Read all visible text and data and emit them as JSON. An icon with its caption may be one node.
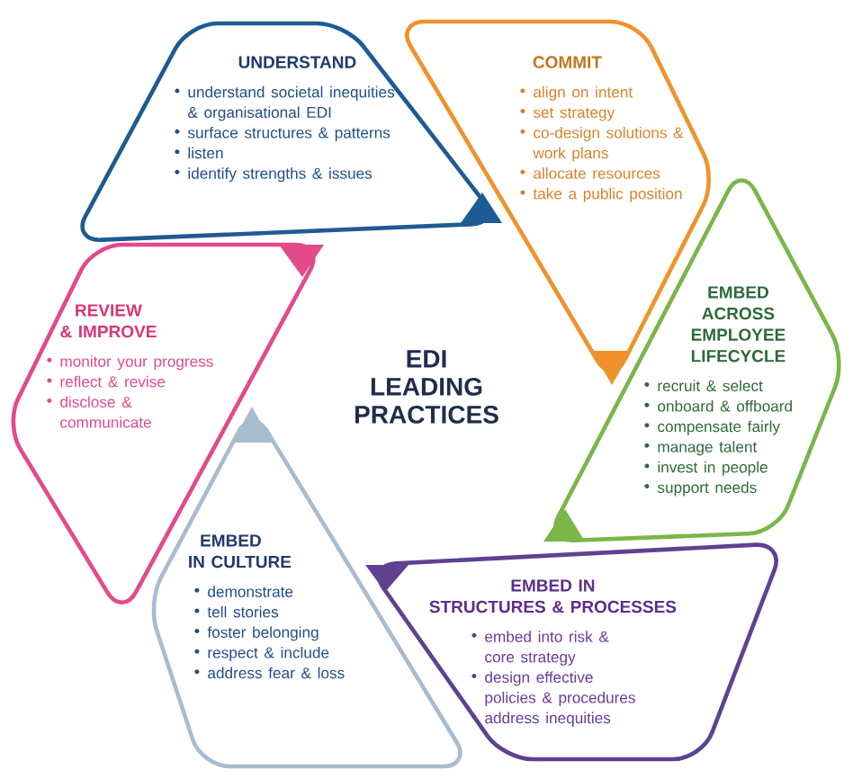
{
  "diagram": {
    "nodes": [
      {
        "text": [
          "UNDERSTAND",
          "understand societal inequities & organisational EDI",
          "surface structures & patterns",
          "listen",
          "identify strengths & issues"
        ]
      },
      {
        "text": [
          "COMMIT",
          "align on intent",
          "set strategy",
          "co-design solutions & work plans",
          "allocate resources",
          "take a public position"
        ]
      },
      {
        "text": [
          "REVIEW & IMPROVE",
          "monitor your progress",
          "reflect & revise",
          "disclose & communicate"
        ]
      },
      {
        "text": [
          "EDI LEADING PRACTICES"
        ]
      },
      {
        "text": [
          "EMBED ACROSS EMPLOYEE LIFECYCLE",
          "recruit & select",
          "onboard & offboard",
          "compensate fairly",
          "manage talent",
          "invest in people",
          "support needs"
        ]
      },
      {
        "text": [
          "EMBED IN CULTURE",
          "demonstrate",
          "tell stories",
          "foster belonging",
          "respect & include",
          "address fear & loss"
        ]
      },
      {
        "text": [
          "EMBED IN STRUCTURES & PROCESSES",
          "embed into risk & core strategy",
          "design effective policies & procedures",
          "address inequities"
        ]
      }
    ]
  }
}
